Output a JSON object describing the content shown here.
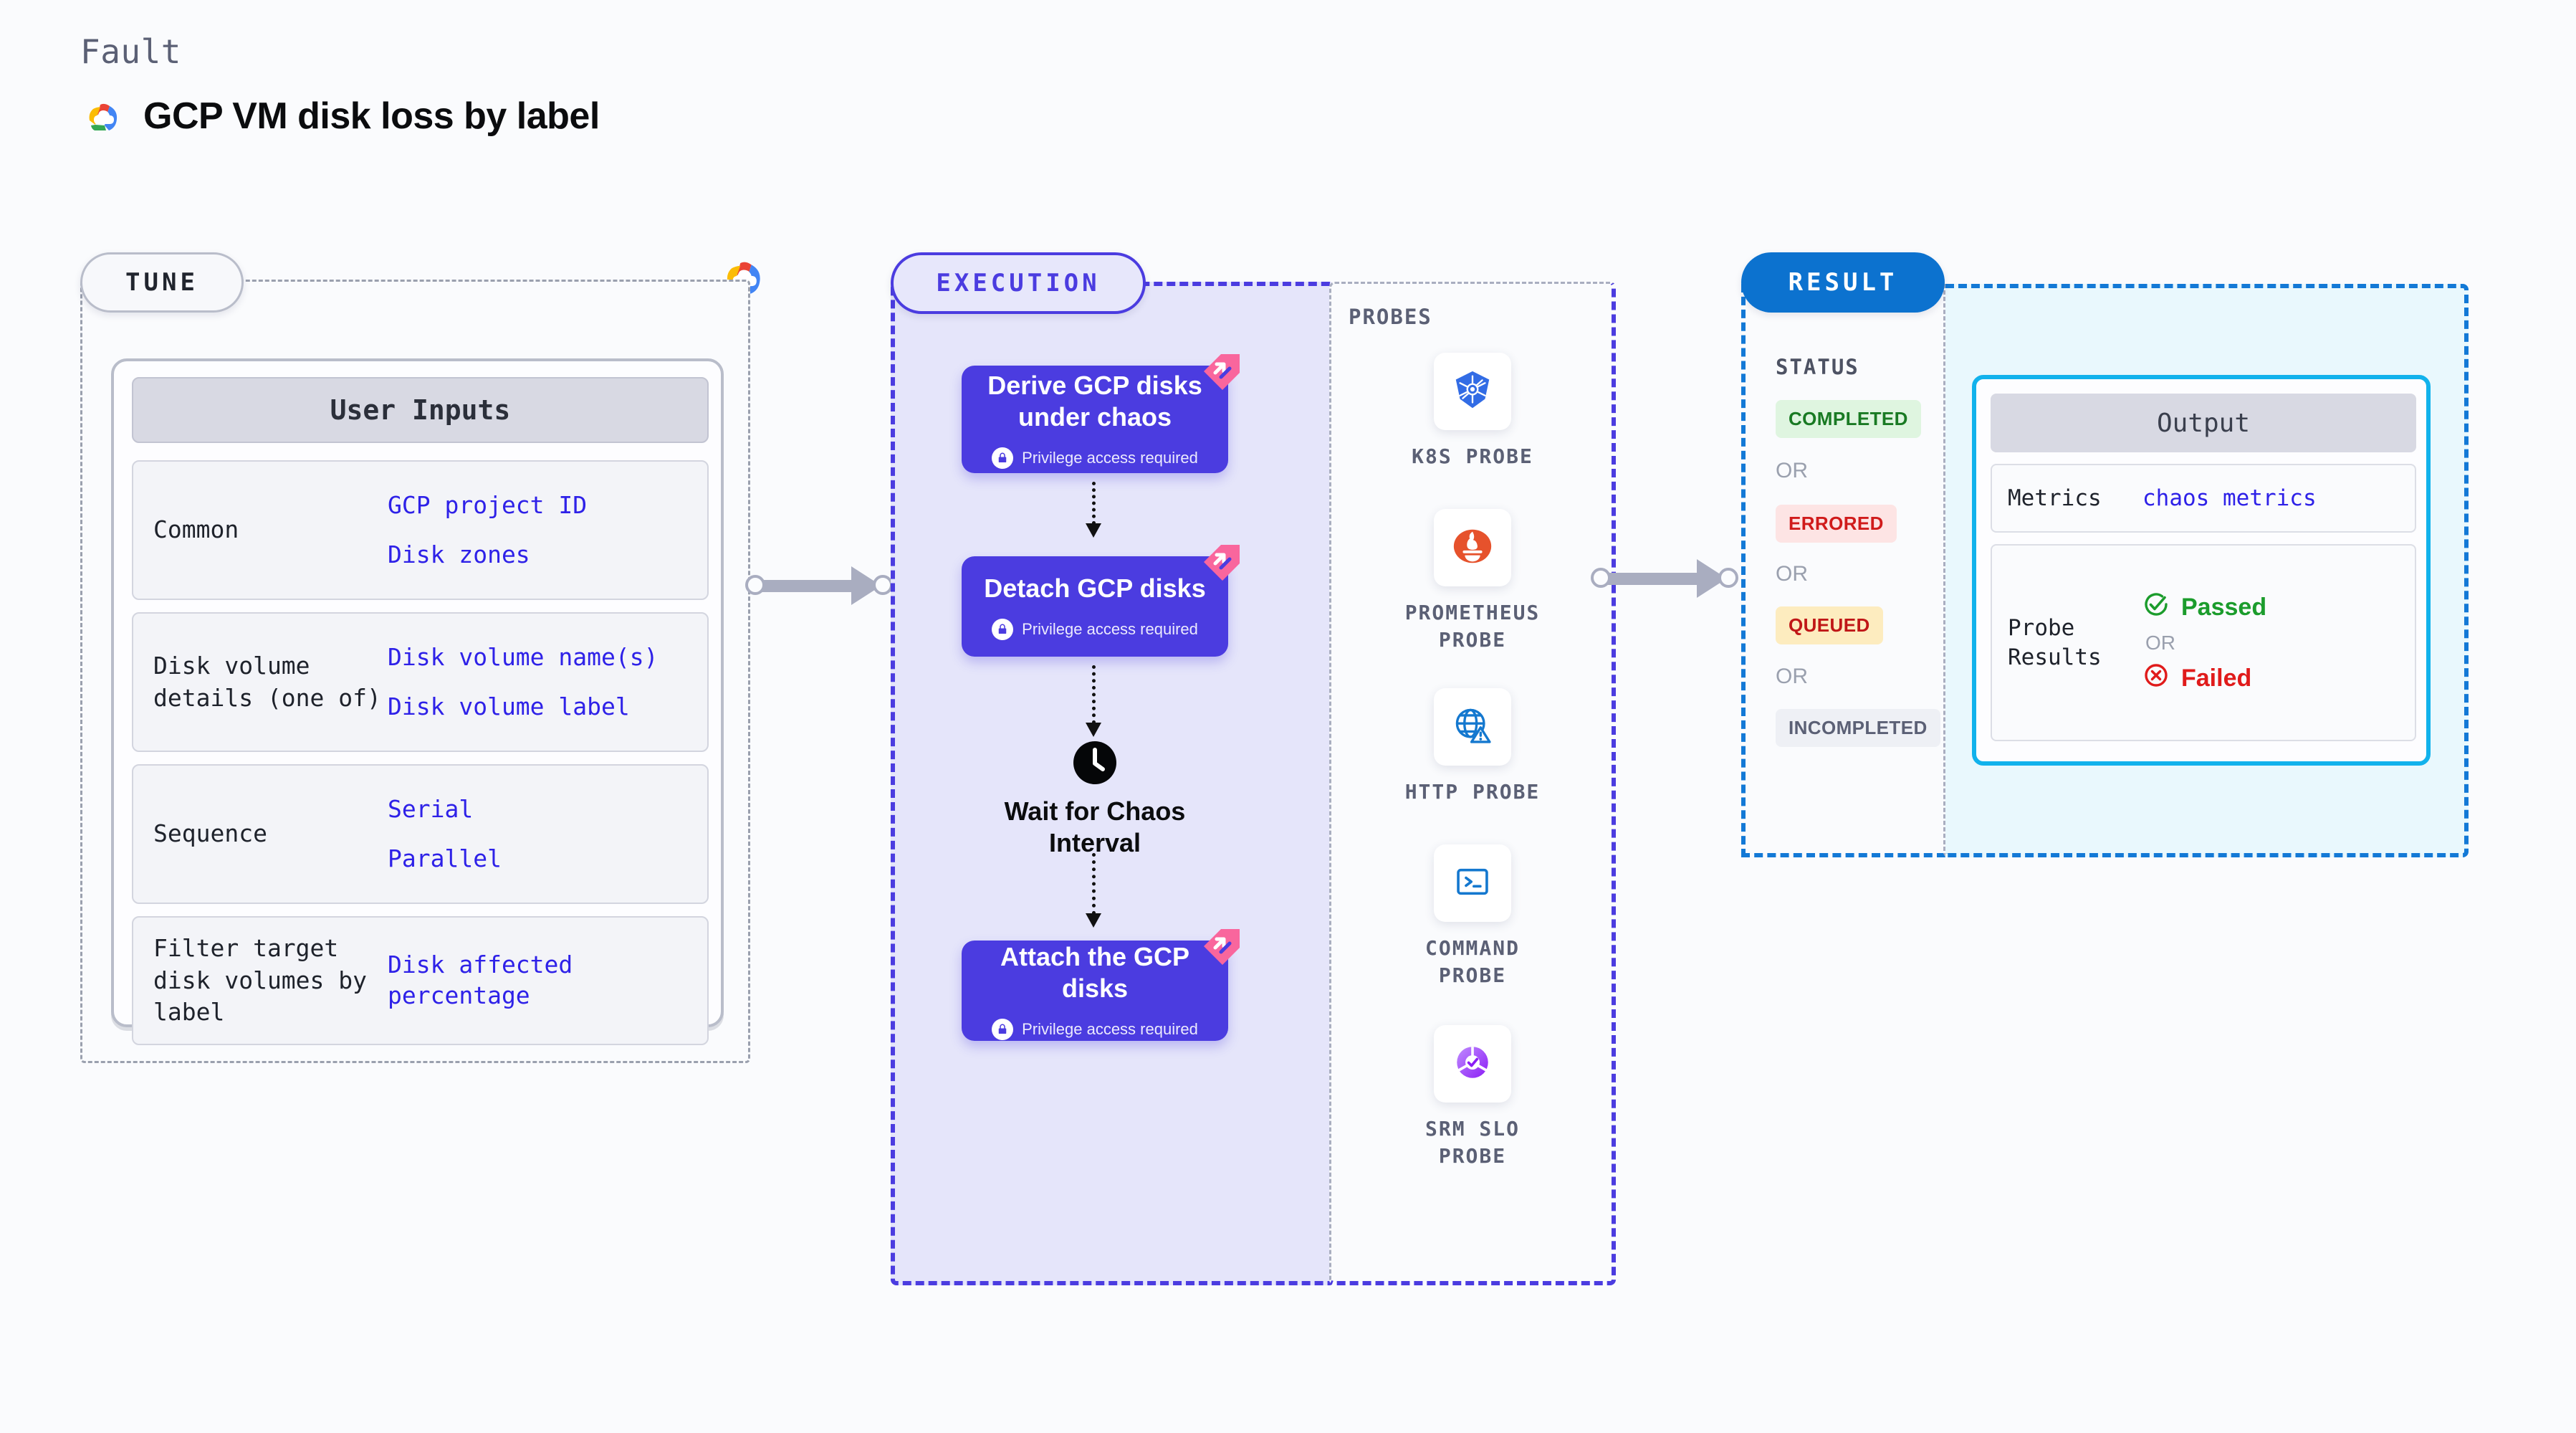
{
  "header": {
    "kicker": "Fault",
    "title": "GCP VM disk loss by label",
    "logo_icon": "gcp-cloud-logo"
  },
  "stages": {
    "tune": "TUNE",
    "execution": "EXECUTION",
    "result": "RESULT"
  },
  "tune": {
    "card_title": "User Inputs",
    "rows": [
      {
        "key": "Common",
        "values": [
          "GCP project ID",
          "Disk zones"
        ]
      },
      {
        "key": "Disk volume details (one of)",
        "values": [
          "Disk volume name(s)",
          "Disk volume label"
        ]
      },
      {
        "key": "Sequence",
        "values": [
          "Serial",
          "Parallel"
        ]
      },
      {
        "key": "Filter target disk volumes by label",
        "values": [
          "Disk affected percentage"
        ]
      }
    ]
  },
  "execution": {
    "privilege_note": "Privilege access required",
    "steps": [
      {
        "label": "Derive GCP disks under chaos",
        "privileged": true,
        "badge_icon": "litmus-ribbon-icon"
      },
      {
        "label": "Detach GCP disks",
        "privileged": true,
        "badge_icon": "litmus-ribbon-icon"
      },
      {
        "label": "Attach the GCP disks",
        "privileged": true,
        "badge_icon": "litmus-ribbon-icon"
      }
    ],
    "wait_node": {
      "label": "Wait for Chaos Interval",
      "icon": "clock-icon"
    }
  },
  "probes": {
    "title": "PROBES",
    "items": [
      {
        "name": "K8S PROBE",
        "icon": "kubernetes-icon"
      },
      {
        "name": "PROMETHEUS PROBE",
        "icon": "prometheus-icon"
      },
      {
        "name": "HTTP PROBE",
        "icon": "http-globe-warning-icon"
      },
      {
        "name": "COMMAND PROBE",
        "icon": "terminal-prompt-icon"
      },
      {
        "name": "SRM SLO PROBE",
        "icon": "srm-slo-icon"
      }
    ]
  },
  "result": {
    "status_title": "STATUS",
    "or_label": "OR",
    "statuses": [
      {
        "label": "COMPLETED",
        "bg": "#dff5e0",
        "fg": "#197a23"
      },
      {
        "label": "ERRORED",
        "bg": "#fde4e4",
        "fg": "#d01b1b"
      },
      {
        "label": "QUEUED",
        "bg": "#fdecbf",
        "fg": "#c01717"
      },
      {
        "label": "INCOMPLETED",
        "bg": "#eef0f5",
        "fg": "#5b6075"
      }
    ],
    "output": {
      "title": "Output",
      "metrics_key": "Metrics",
      "metrics_value": "chaos metrics",
      "probe_key": "Probe Results",
      "passed": "Passed",
      "failed": "Failed",
      "or_label": "OR"
    }
  },
  "colors": {
    "execution_purple": "#4b3ce0",
    "result_blue": "#0c72cf",
    "output_cyan": "#11b2ec",
    "value_blue": "#2e21e8",
    "connector_gray": "#a9adc0",
    "ribbon_pink": "#f9669d"
  }
}
